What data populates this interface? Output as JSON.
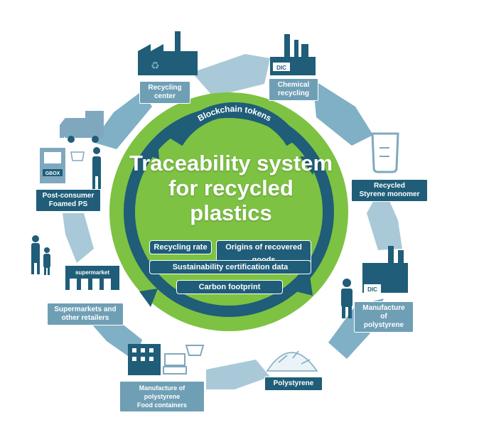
{
  "colors": {
    "ring_light": "#a9c9d8",
    "ring_mid": "#7fb0c6",
    "center_green": "#7dc242",
    "inner_arrow": "#1f5d78",
    "label_dark": "#1f5d78",
    "label_light": "#6f9fb5",
    "icon_blue": "#1f5d78",
    "icon_light": "#7fa8bf"
  },
  "center": {
    "ribbon": "Blockchain tokens",
    "title_lines": [
      "Traceability system",
      "for recycled",
      "plastics"
    ],
    "pills": {
      "recycling_rate": "Recycling rate",
      "origins": "Origins of recovered goods",
      "sustainability": "Sustainability certification data",
      "carbon": "Carbon footprint"
    }
  },
  "stages": {
    "recycling_center": [
      "Recycling",
      "center"
    ],
    "chemical_recycling": [
      "Chemical",
      "recycling"
    ],
    "recycled_styrene": [
      "Recycled",
      "Styrene monomer"
    ],
    "manufacture_ps": [
      "Manufacture of",
      "polystyrene"
    ],
    "polystyrene": [
      "Polystyrene"
    ],
    "food_containers": [
      "Manufacture of polystyrene",
      "Food containers"
    ],
    "supermarkets": [
      "Supermarkets and",
      "other retailers"
    ],
    "post_consumer": [
      "Post-consumer",
      "Foamed PS"
    ]
  },
  "icon_text": {
    "dic": "DIC",
    "supermarket": "supermarket",
    "gbox": "GBOX"
  }
}
